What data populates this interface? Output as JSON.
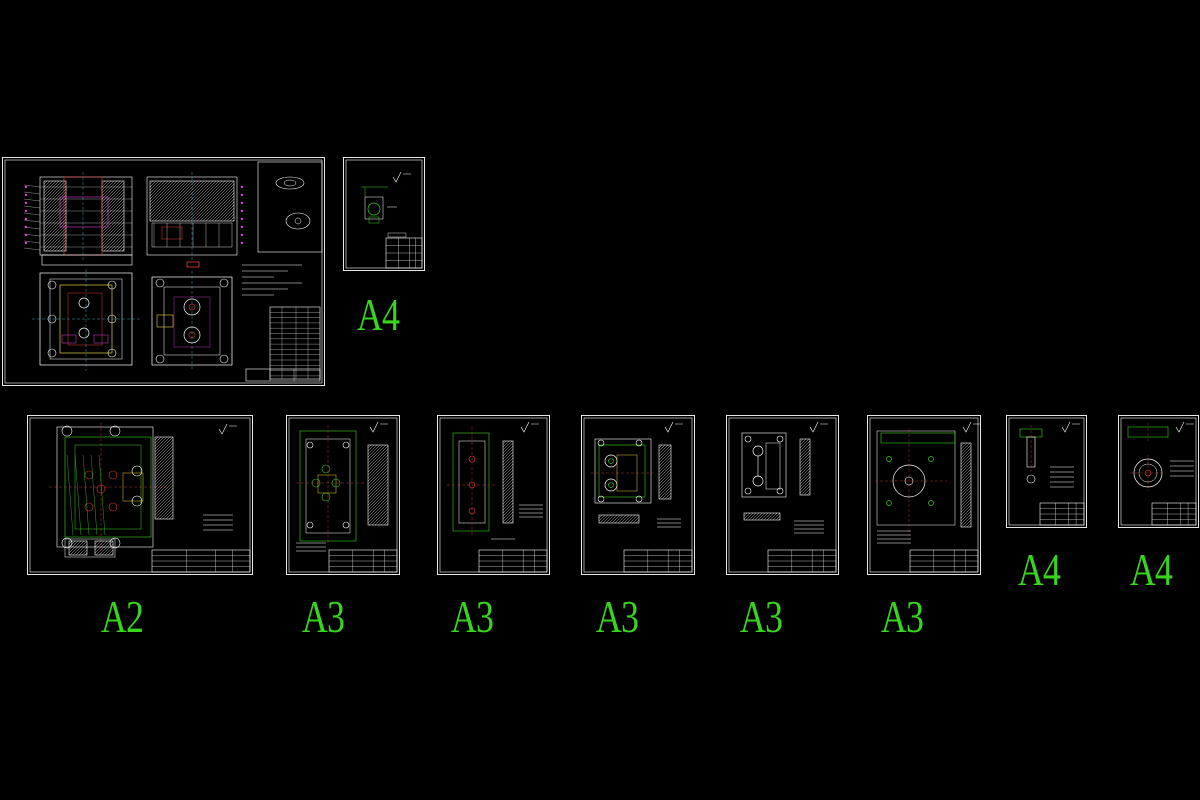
{
  "app": {
    "background": "#000000"
  },
  "colors": {
    "border": "#ffffff",
    "line": "#ffffff",
    "green": "#3ad21c",
    "red": "#e63a3a",
    "magenta": "#e040e0",
    "yellow": "#e6d23a",
    "cyan": "#36d0e0",
    "label": "#38d51f"
  },
  "sheets": [
    {
      "id": "assembly",
      "kind": "assembly",
      "size_label": ""
    },
    {
      "id": "part-1",
      "kind": "a4-small",
      "size_label": "A4"
    },
    {
      "id": "part-2",
      "kind": "a2-plate",
      "size_label": "A2"
    },
    {
      "id": "part-3",
      "kind": "a3-plate",
      "size_label": "A3"
    },
    {
      "id": "part-4",
      "kind": "a3-narrow",
      "size_label": "A3"
    },
    {
      "id": "part-5",
      "kind": "a3-cavity",
      "size_label": "A3"
    },
    {
      "id": "part-6",
      "kind": "a3-core",
      "size_label": "A3"
    },
    {
      "id": "part-7",
      "kind": "a3-round",
      "size_label": "A3"
    },
    {
      "id": "part-8",
      "kind": "a4-pin",
      "size_label": "A4"
    },
    {
      "id": "part-9",
      "kind": "a4-disc",
      "size_label": "A4"
    }
  ]
}
